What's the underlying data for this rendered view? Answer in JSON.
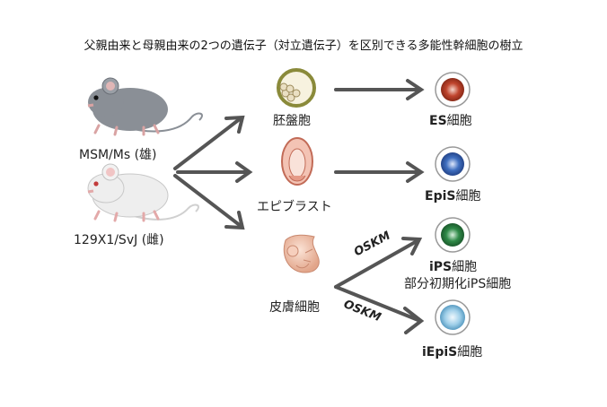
{
  "title": "父親由来と母親由来の2つの遺伝子（対立遺伝子）を区別できる多能性幹細胞の樹立",
  "parents": [
    {
      "label": "MSM/Ms (雄)",
      "fur": "#8a8f96"
    },
    {
      "label": "129X1/SvJ (雌)",
      "fur": "#e8e8e8"
    }
  ],
  "sources": [
    {
      "label": "胚盤胞"
    },
    {
      "label": "エピブラスト"
    },
    {
      "label": "皮膚細胞"
    }
  ],
  "reprogramming_factor": "OSKM",
  "stem_cells": [
    {
      "prefix": "ES",
      "suffix": "細胞",
      "color": "#c0452e"
    },
    {
      "prefix": "EpiS",
      "suffix": "細胞",
      "color": "#3f6fc0"
    },
    {
      "prefix": "iPS",
      "suffix": "細胞",
      "color": "#2f8a48",
      "note": "部分初期化iPS細胞"
    },
    {
      "prefix": "iEpiS",
      "suffix": "細胞",
      "color": "#6fb0d6"
    }
  ]
}
